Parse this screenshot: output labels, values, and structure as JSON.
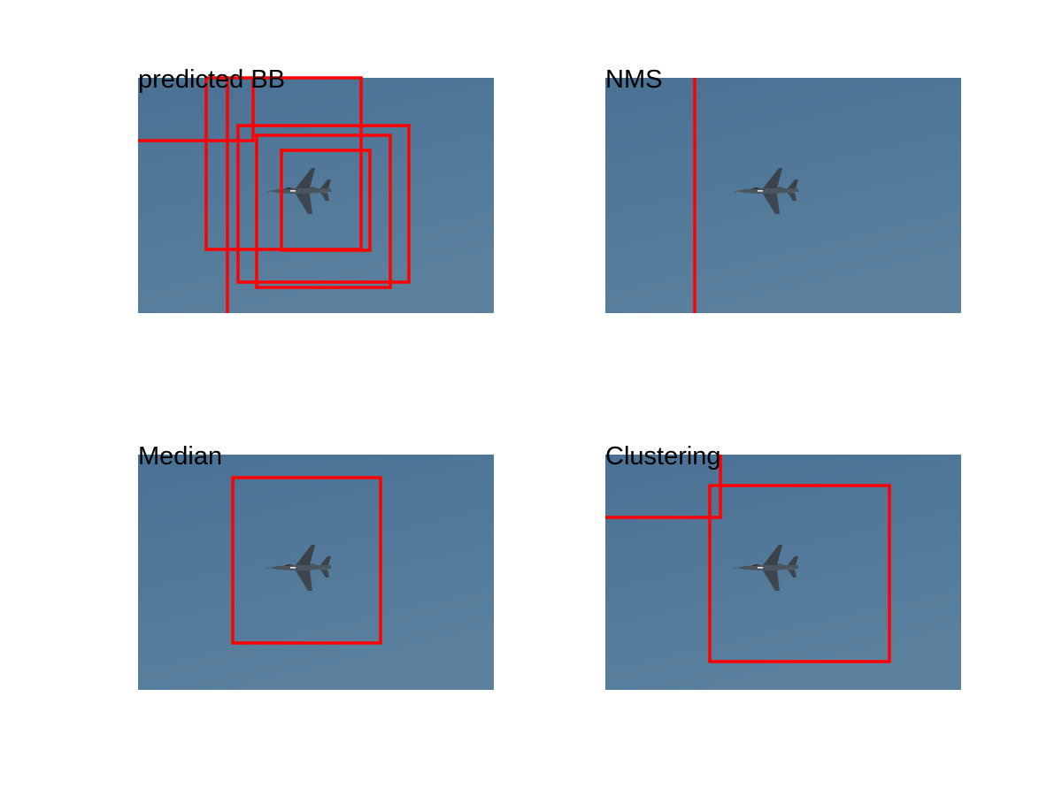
{
  "colors": {
    "sky_top": "#4a7194",
    "sky_bottom": "#587e9c",
    "box": "#ff0000",
    "jet": "#4b555e",
    "jet_dark": "#2c3238"
  },
  "panels": [
    {
      "id": "predicted",
      "title": "predicted BB"
    },
    {
      "id": "nms",
      "title": "NMS"
    },
    {
      "id": "median",
      "title": "Median"
    },
    {
      "id": "cluster",
      "title": "Clustering"
    }
  ]
}
